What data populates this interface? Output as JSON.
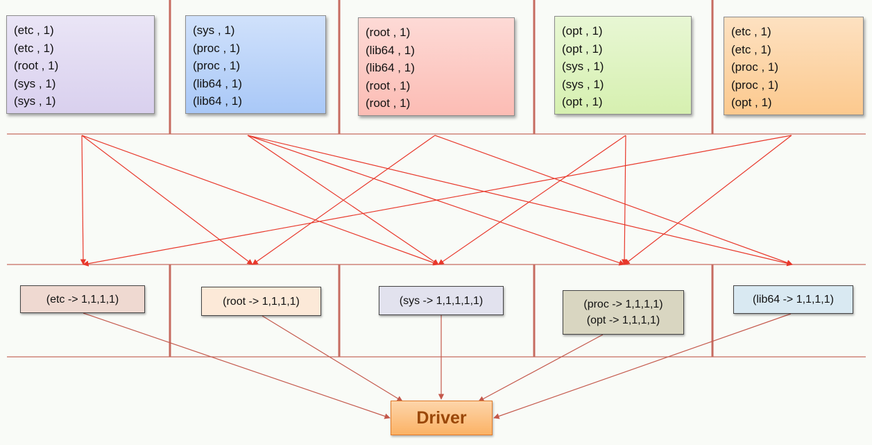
{
  "map_boxes": [
    {
      "id": "map-1",
      "color": "#d9d0ee",
      "lines": [
        "(etc , 1)",
        "(etc , 1)",
        "(root , 1)",
        "(sys , 1)",
        "(sys , 1)"
      ]
    },
    {
      "id": "map-2",
      "color": "#a9c8f7",
      "lines": [
        "(sys , 1)",
        "(proc , 1)",
        "(proc , 1)",
        "(lib64 , 1)",
        "(lib64 , 1)"
      ]
    },
    {
      "id": "map-3",
      "color": "#fcbcb4",
      "lines": [
        "(root , 1)",
        "(lib64 , 1)",
        "(lib64 , 1)",
        "(root , 1)",
        "(root , 1)"
      ]
    },
    {
      "id": "map-4",
      "color": "#d6f0b0",
      "lines": [
        "(opt , 1)",
        "(opt , 1)",
        "(sys , 1)",
        "(sys , 1)",
        "(opt , 1)"
      ]
    },
    {
      "id": "map-5",
      "color": "#fcc98e",
      "lines": [
        "(etc , 1)",
        "(etc , 1)",
        "(proc , 1)",
        "(proc , 1)",
        "(opt , 1)"
      ]
    }
  ],
  "reduce_boxes": [
    {
      "id": "reduce-etc",
      "color": "#efd9d1",
      "lines": [
        "(etc -> 1,1,1,1)"
      ]
    },
    {
      "id": "reduce-root",
      "color": "#fce9d8",
      "lines": [
        "(root -> 1,1,1,1)"
      ]
    },
    {
      "id": "reduce-sys",
      "color": "#e2e2ee",
      "lines": [
        "(sys -> 1,1,1,1,1)"
      ]
    },
    {
      "id": "reduce-proc-opt",
      "color": "#d9d6c1",
      "lines": [
        "(proc -> 1,1,1,1)",
        "(opt -> 1,1,1,1)"
      ]
    },
    {
      "id": "reduce-lib64",
      "color": "#d9e9f2",
      "lines": [
        "(lib64 -> 1,1,1,1)"
      ]
    }
  ],
  "driver": {
    "label": "Driver",
    "color": "#fbb265"
  },
  "colors": {
    "shuffle_arrow": "#e8372a",
    "result_arrow": "#c4584b",
    "divider": "#c66b60"
  }
}
